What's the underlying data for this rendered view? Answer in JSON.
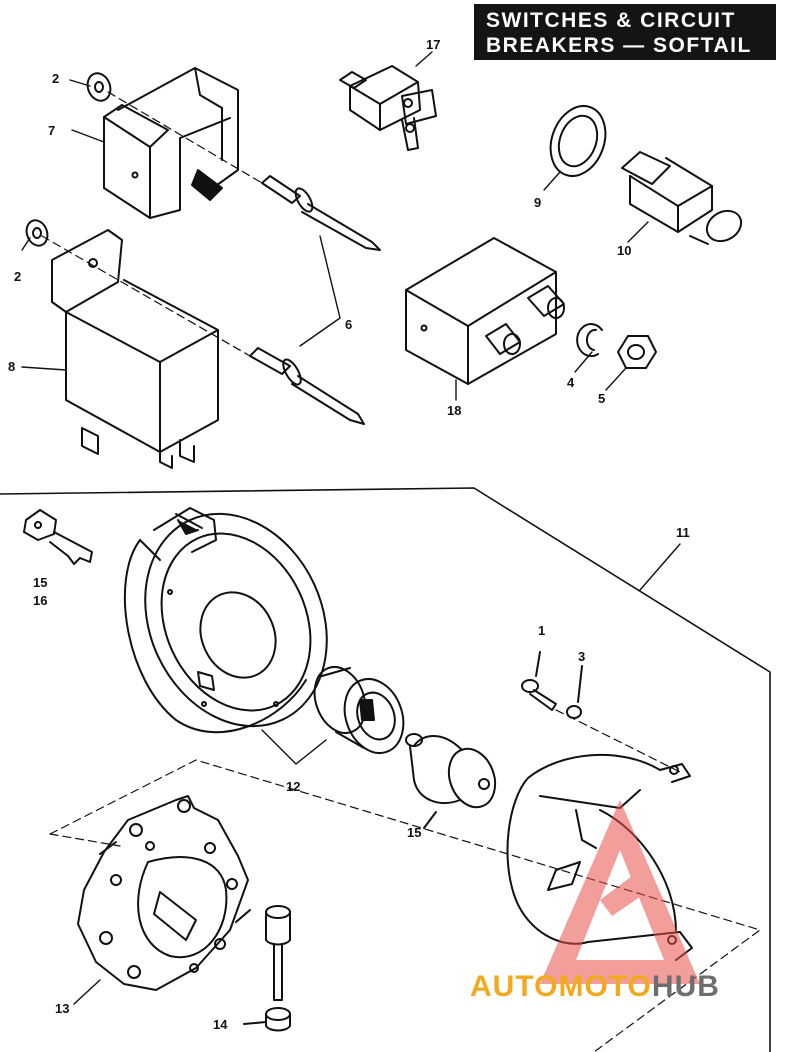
{
  "title": {
    "line1": "SWITCHES & CIRCUIT",
    "line2": "BREAKERS — SOFTAIL"
  },
  "callouts": [
    {
      "id": "c2a",
      "text": "2"
    },
    {
      "id": "c7",
      "text": "7"
    },
    {
      "id": "c2b",
      "text": "2"
    },
    {
      "id": "c8",
      "text": "8"
    },
    {
      "id": "c6",
      "text": "6"
    },
    {
      "id": "c17",
      "text": "17"
    },
    {
      "id": "c9",
      "text": "9"
    },
    {
      "id": "c10",
      "text": "10"
    },
    {
      "id": "c18",
      "text": "18"
    },
    {
      "id": "c4",
      "text": "4"
    },
    {
      "id": "c5",
      "text": "5"
    },
    {
      "id": "c11",
      "text": "11"
    },
    {
      "id": "c15a",
      "text": "15"
    },
    {
      "id": "c16",
      "text": "16"
    },
    {
      "id": "c1",
      "text": "1"
    },
    {
      "id": "c3",
      "text": "3"
    },
    {
      "id": "c12",
      "text": "12"
    },
    {
      "id": "c15b",
      "text": "15"
    },
    {
      "id": "c13",
      "text": "13"
    },
    {
      "id": "c14",
      "text": "14"
    }
  ],
  "watermark": {
    "part1": "AUTO",
    "part2": "MOTO",
    "part3": "HUB",
    "logo_color": "#e8504a"
  }
}
